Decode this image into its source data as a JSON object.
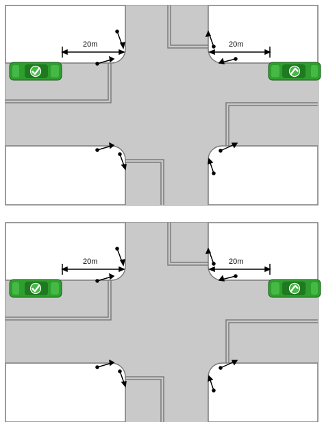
{
  "colors": {
    "road": "#c9c9c9",
    "frame": "#7a7a7a",
    "kerb_line": "#7a7a7a",
    "arrow": "#000000",
    "car_body": "#2e9e2e",
    "car_roof": "#1f7a1f",
    "tick": "#ffffff"
  },
  "diagrams": [
    {
      "labels": {
        "distance_left": "20m",
        "distance_right": "20m"
      },
      "icons": [
        "car-icon",
        "car-icon",
        "checkmark-icon",
        "arrow-icon"
      ]
    },
    {
      "labels": {
        "distance_left": "20m",
        "distance_right": "20m"
      },
      "icons": [
        "car-icon",
        "car-icon",
        "checkmark-icon",
        "arrow-icon"
      ]
    }
  ]
}
